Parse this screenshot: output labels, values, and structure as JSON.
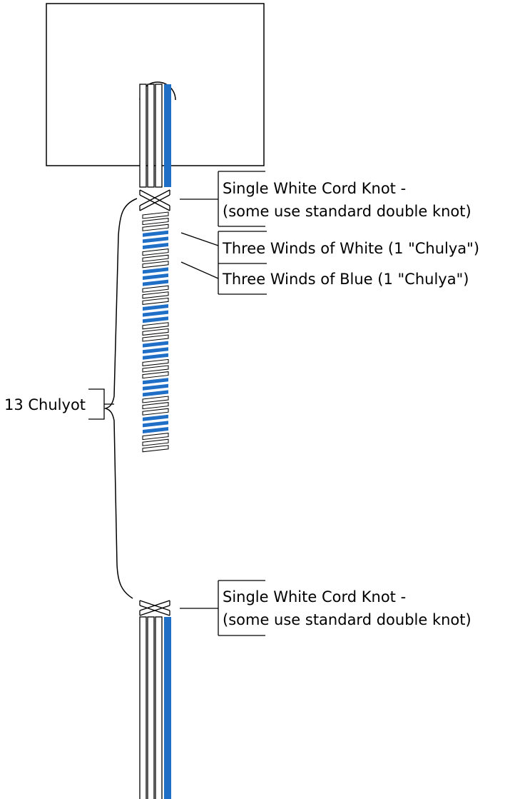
{
  "colors": {
    "white_cord": "#ffffff",
    "blue_cord": "#1f6fc6",
    "outline": "#000000"
  },
  "labels": {
    "top_knot_line1": "Single White Cord Knot -",
    "top_knot_line2": "(some use standard double knot)",
    "winds_white": "Three Winds of White (1 \"Chulya\")",
    "winds_blue": "Three Winds of Blue (1 \"Chulya\")",
    "chulyot_count": "13 Chulyot",
    "bottom_knot_line1": "Single White Cord Knot -",
    "bottom_knot_line2": "(some use standard double knot)"
  },
  "diagram": {
    "chulyot": 13,
    "winds_per_chulya": 3,
    "pattern": [
      "white",
      "blue",
      "white",
      "blue",
      "white",
      "blue",
      "white",
      "blue",
      "white",
      "blue",
      "white",
      "blue",
      "white"
    ]
  }
}
